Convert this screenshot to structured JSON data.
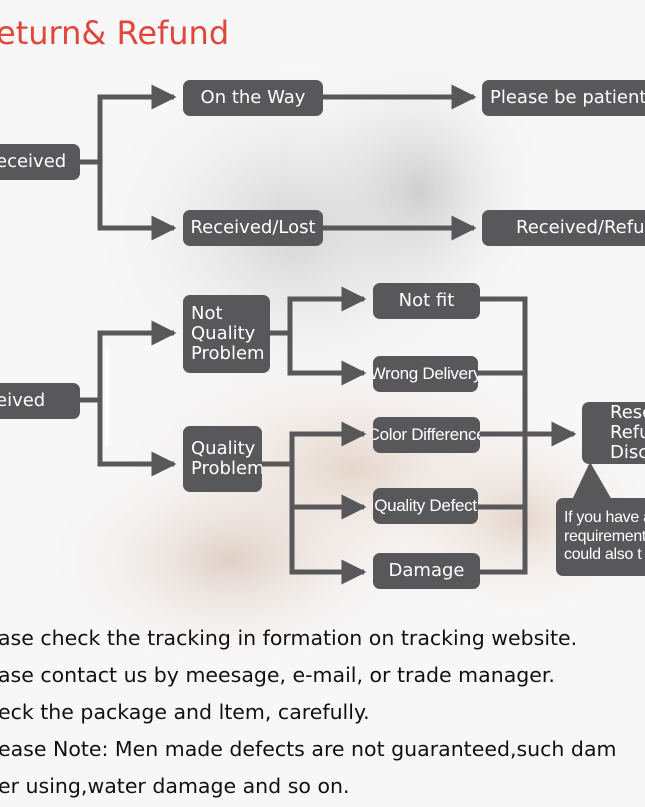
{
  "title": "eturn& Refund",
  "flow_upper": {
    "start": "eceived",
    "on_the_way": "On the Way",
    "please_patient": "Please be patient t",
    "received_lost": "Received/Lost",
    "received_refund": "Received/Refu"
  },
  "flow_lower": {
    "start": "eived",
    "not_quality_problem": "Not\nQuality\nProblem",
    "quality_problem": "Quality\nProblem",
    "not_fit": "Not fit",
    "wrong_delivery": "Wrong Delivery",
    "color_difference": "Color Difference",
    "quality_defect": "Quality Defect",
    "damage": "Damage",
    "resend_refund": "Rese\nRefu\nDisc",
    "callout": "If you have a\nrequirement\ncould also t"
  },
  "notes": [
    "ase check the tracking in formation on tracking website.",
    "ase contact us by meesage, e-mail, or trade manager.",
    "eck the package and ltem, carefully.",
    "ease Note: Men made defects  are not guaranteed,such dam",
    "er using,water damage and so on."
  ],
  "colors": {
    "title": "#e0463a",
    "box": "#58585a",
    "arrow": "#58585a",
    "text": "#111111"
  }
}
